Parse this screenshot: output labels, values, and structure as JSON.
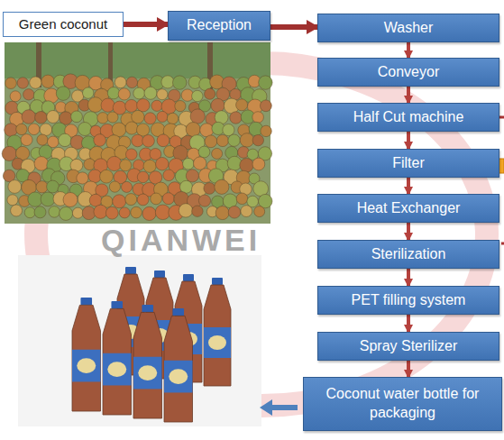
{
  "diagram": {
    "nodes": [
      {
        "text": [
          "Green coconut"
        ]
      },
      {
        "text": [
          "Reception"
        ]
      },
      {
        "text": [
          "Washer"
        ]
      },
      {
        "text": [
          "Conveyor"
        ]
      },
      {
        "text": [
          "Half Cut machine"
        ]
      },
      {
        "text": [
          "Filter"
        ]
      },
      {
        "text": [
          "Heat Exchanger"
        ]
      },
      {
        "text": [
          "Sterilization"
        ]
      },
      {
        "text": [
          "PET filling system"
        ]
      },
      {
        "text": [
          "Spray Sterilizer"
        ]
      },
      {
        "text": [
          "Coconut water bottle for packaging"
        ]
      }
    ],
    "edges": [
      {
        "from": 0,
        "to": 1,
        "arrow": "to"
      },
      {
        "from": 1,
        "to": 2,
        "arrow": "to"
      },
      {
        "from": 2,
        "to": 3,
        "arrow": "to"
      },
      {
        "from": 3,
        "to": 4,
        "arrow": "to"
      },
      {
        "from": 4,
        "to": 5,
        "arrow": "to"
      },
      {
        "from": 5,
        "to": 6,
        "arrow": "to"
      },
      {
        "from": 6,
        "to": 7,
        "arrow": "to"
      },
      {
        "from": 7,
        "to": 8,
        "arrow": "to"
      },
      {
        "from": 8,
        "to": 9,
        "arrow": "to"
      },
      {
        "from": 9,
        "to": 10,
        "arrow": "to"
      }
    ],
    "labels": [
      "QIANWEI"
    ]
  }
}
